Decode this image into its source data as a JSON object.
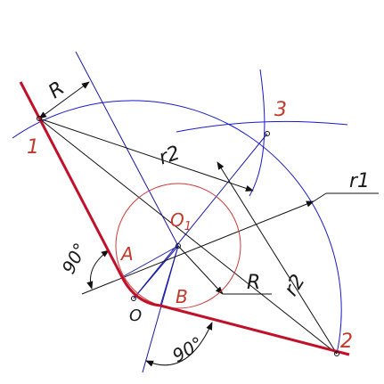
{
  "colors": {
    "background": "#ffffff",
    "main_line": "#c0102a",
    "circle": "#d03a3a",
    "arc": "#1a1acc",
    "construction": "#1a1aa8",
    "dimension": "#111111",
    "label_red": "#c0392b",
    "label_black": "#1a1a1a"
  },
  "labels": {
    "point_1": "1",
    "point_2": "2",
    "point_3": "3",
    "point_a": "A",
    "point_b": "B",
    "point_o": "O",
    "center_o1": "O",
    "center_o1_sub": "1",
    "dim_r_top": "R",
    "dim_r_center": "R",
    "dim_r1": "r1",
    "dim_r2_upper": "r2",
    "dim_r2_lower": "r2",
    "angle_left": "90°",
    "angle_bottom": "90°"
  }
}
